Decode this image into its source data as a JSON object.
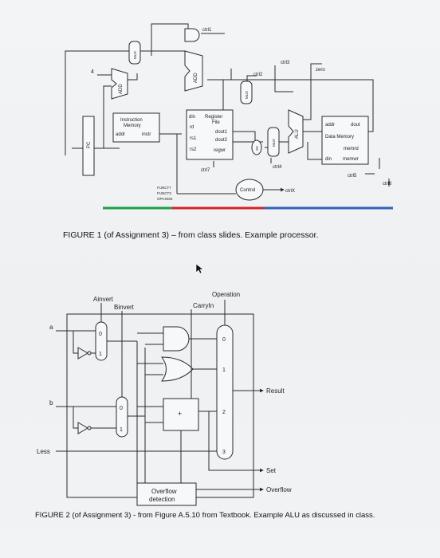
{
  "figure1": {
    "caption": "FIGURE 1 (of Assignment 3) – from class slides. Example processor.",
    "labels": {
      "ctrl1": "ctrl1",
      "ctrl2": "ctrl2",
      "ctrl3": "ctrl3",
      "ctrl4": "ctrl4",
      "ctrl5": "ctrl5",
      "ctrl6": "ctrl6",
      "ctrl7": "ctrl7",
      "ctrlX": "ctrlX",
      "zero": "zero",
      "four": "4",
      "pc": "PC",
      "add1": "ADD",
      "add2": "ADD",
      "mux_top": "MUX",
      "mux_mid": "MUX",
      "mux_right": "MUX",
      "alu": "ALU",
      "im_title1": "Instruction",
      "im_title2": "Memory",
      "im_addr": "addr",
      "im_instr": "instr",
      "rf_din": "din",
      "rf_title1": "Register",
      "rf_title2": "File",
      "rf_rd": "rd",
      "rf_dout1": "dout1",
      "rf_dout2": "dout2",
      "rf_rs1": "rs1",
      "rf_rs2": "rs2",
      "rf_regwr": "regwr",
      "sx": "SX",
      "dm_addr": "addr",
      "dm_dout": "dout",
      "dm_title": "Data Memory",
      "dm_memrd": "memrd",
      "dm_din": "din",
      "dm_memwr": "memwr",
      "funct7": "FUNCT7",
      "funct3": "FUNCT3",
      "opcode": "OPCODE",
      "control": "Control"
    }
  },
  "figure2": {
    "caption": "FIGURE 2 (of Assignment 3) - from Figure A.5.10 from Textbook. Example ALU as discussed in class.",
    "labels": {
      "ainvert": "Ainvert",
      "binvert": "Binvert",
      "operation": "Operation",
      "carryin": "CarryIn",
      "a": "a",
      "b": "b",
      "less": "Less",
      "result": "Result",
      "set": "Set",
      "overflow": "Overflow",
      "ovf_det1": "Overflow",
      "ovf_det2": "detection",
      "mux_a0": "0",
      "mux_a1": "1",
      "mux_b0": "0",
      "mux_b1": "1",
      "op0": "0",
      "op1": "1",
      "op2": "2",
      "op3": "3",
      "plus": "+"
    }
  },
  "colors": {
    "bar_green": "#1f9e4a",
    "bar_red": "#d2232a",
    "bar_blue": "#2d63b8",
    "line": "#2a2a2a",
    "tint": "#dfe6f3",
    "text": "#222222"
  }
}
